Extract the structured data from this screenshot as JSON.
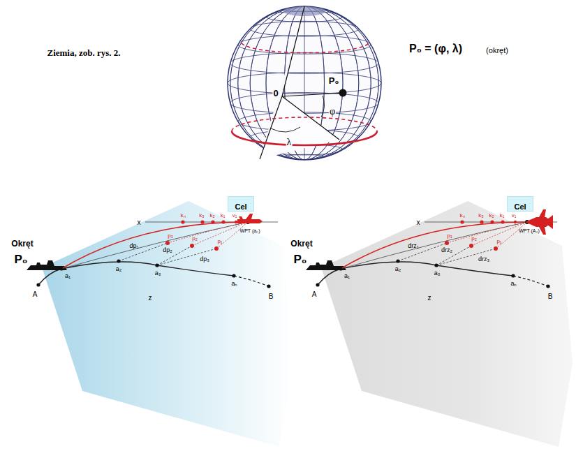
{
  "diagram": {
    "nodes": [
      {
        "text": [
          "Cel"
        ]
      },
      {
        "text": [
          "Cel"
        ]
      }
    ],
    "labels": [
      "Ziemia, zob. rys. 2.",
      "P₀ = (φ, λ)",
      "(okręt)",
      "0",
      "P₀",
      "λ",
      "φ",
      "Okręt",
      "P₀",
      "x",
      "z",
      "A",
      "B",
      "a₁",
      "a₂",
      "a₃",
      "aₙ",
      "kₙ",
      "k₃",
      "k₂",
      "k₁",
      "v₁",
      "WPT (aₙ)",
      "p₃",
      "p₂",
      "p₁",
      "dp₁",
      "dp₂",
      "dp₃",
      "Okręt",
      "P₀",
      "x",
      "z",
      "A",
      "B",
      "a₁",
      "a₂",
      "a₃",
      "aₙ",
      "kₙ",
      "k₃",
      "k₂",
      "k₁",
      "v₁",
      "WPT (Aₙ)",
      "p₃",
      "p₂",
      "p₁",
      "drz₁",
      "drz₂",
      "drz₃"
    ]
  }
}
